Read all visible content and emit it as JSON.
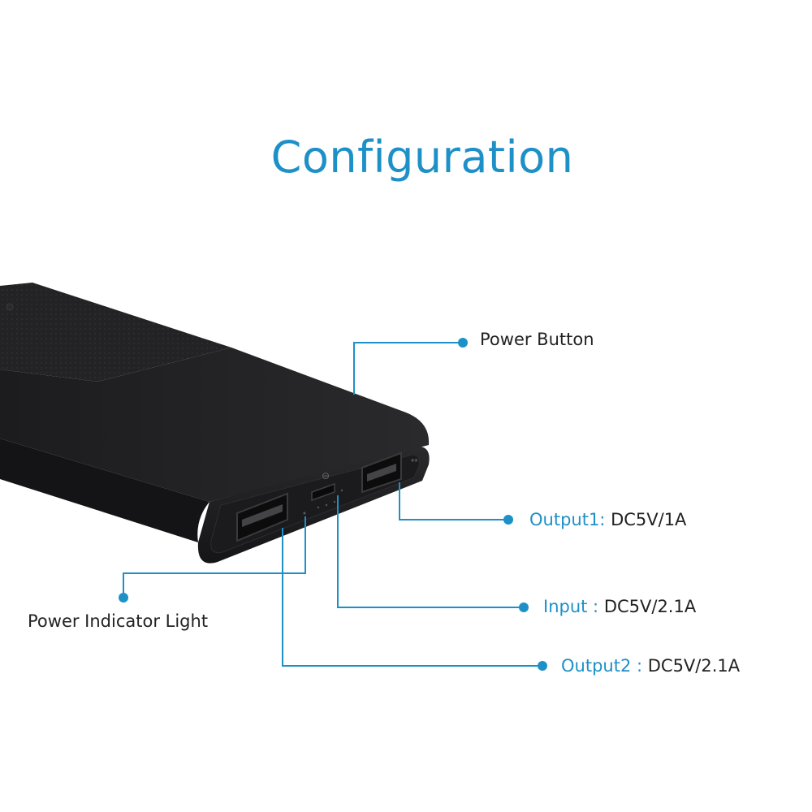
{
  "title": "Configuration",
  "colors": {
    "accent": "#1e90c8",
    "text": "#222222",
    "device": "#1f1f21"
  },
  "callouts": {
    "power_button": {
      "text": "Power Button"
    },
    "output1": {
      "key": "Output1:",
      "value": " DC5V/1A"
    },
    "input": {
      "key": "Input :",
      "value": " DC5V/2.1A"
    },
    "output2": {
      "key": "Output2 :",
      "value": " DC5V/2.1A"
    },
    "power_indicator": {
      "text": "Power Indicator Light"
    }
  }
}
